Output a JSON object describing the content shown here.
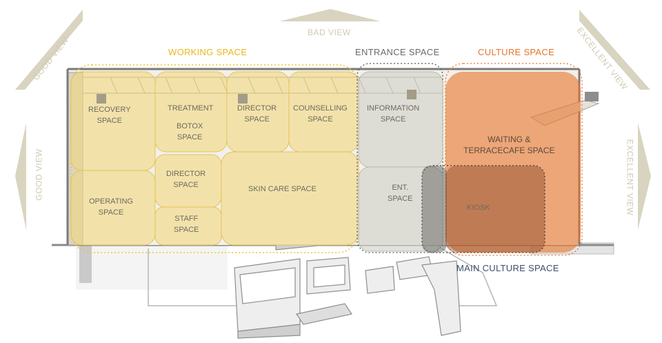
{
  "views": {
    "top": "BAD VIEW",
    "left_top": "GOOD VIEW",
    "left_side": "GOOD VIEW",
    "right_top": "EXCELLENT VIEW",
    "right_side": "EXCELLENT VIEW"
  },
  "zones": {
    "working": "WORKING SPACE",
    "entrance": "ENTRANCE SPACE",
    "culture": "CULTURE SPACE",
    "main_culture": "MAIN CULTURE SPACE"
  },
  "rooms": {
    "recovery": [
      "RECOVERY",
      "SPACE"
    ],
    "treatment": [
      "TREATMENT"
    ],
    "botox": [
      "BOTOX",
      "SPACE"
    ],
    "director_top": [
      "DIRECTOR",
      "SPACE"
    ],
    "counselling": [
      "COUNSELLING",
      "SPACE"
    ],
    "information": [
      "INFORMATION",
      "SPACE"
    ],
    "waiting": [
      "WAITING &",
      "TERRACECAFE SPACE"
    ],
    "director_mid": [
      "DIRECTOR",
      "SPACE"
    ],
    "skin_care": [
      "SKIN CARE SPACE"
    ],
    "ent": [
      "ENT.",
      "SPACE"
    ],
    "kiosk": [
      "KIOSK"
    ],
    "operating": [
      "OPERATING",
      "SPACE"
    ],
    "staff": [
      "STAFF",
      "SPACE"
    ]
  },
  "colors": {
    "working": "#f0c22a",
    "entrance": "#555555",
    "culture": "#e8742a",
    "main_culture": "#3e4f6e",
    "view_arrow": "#d8d4c0"
  }
}
